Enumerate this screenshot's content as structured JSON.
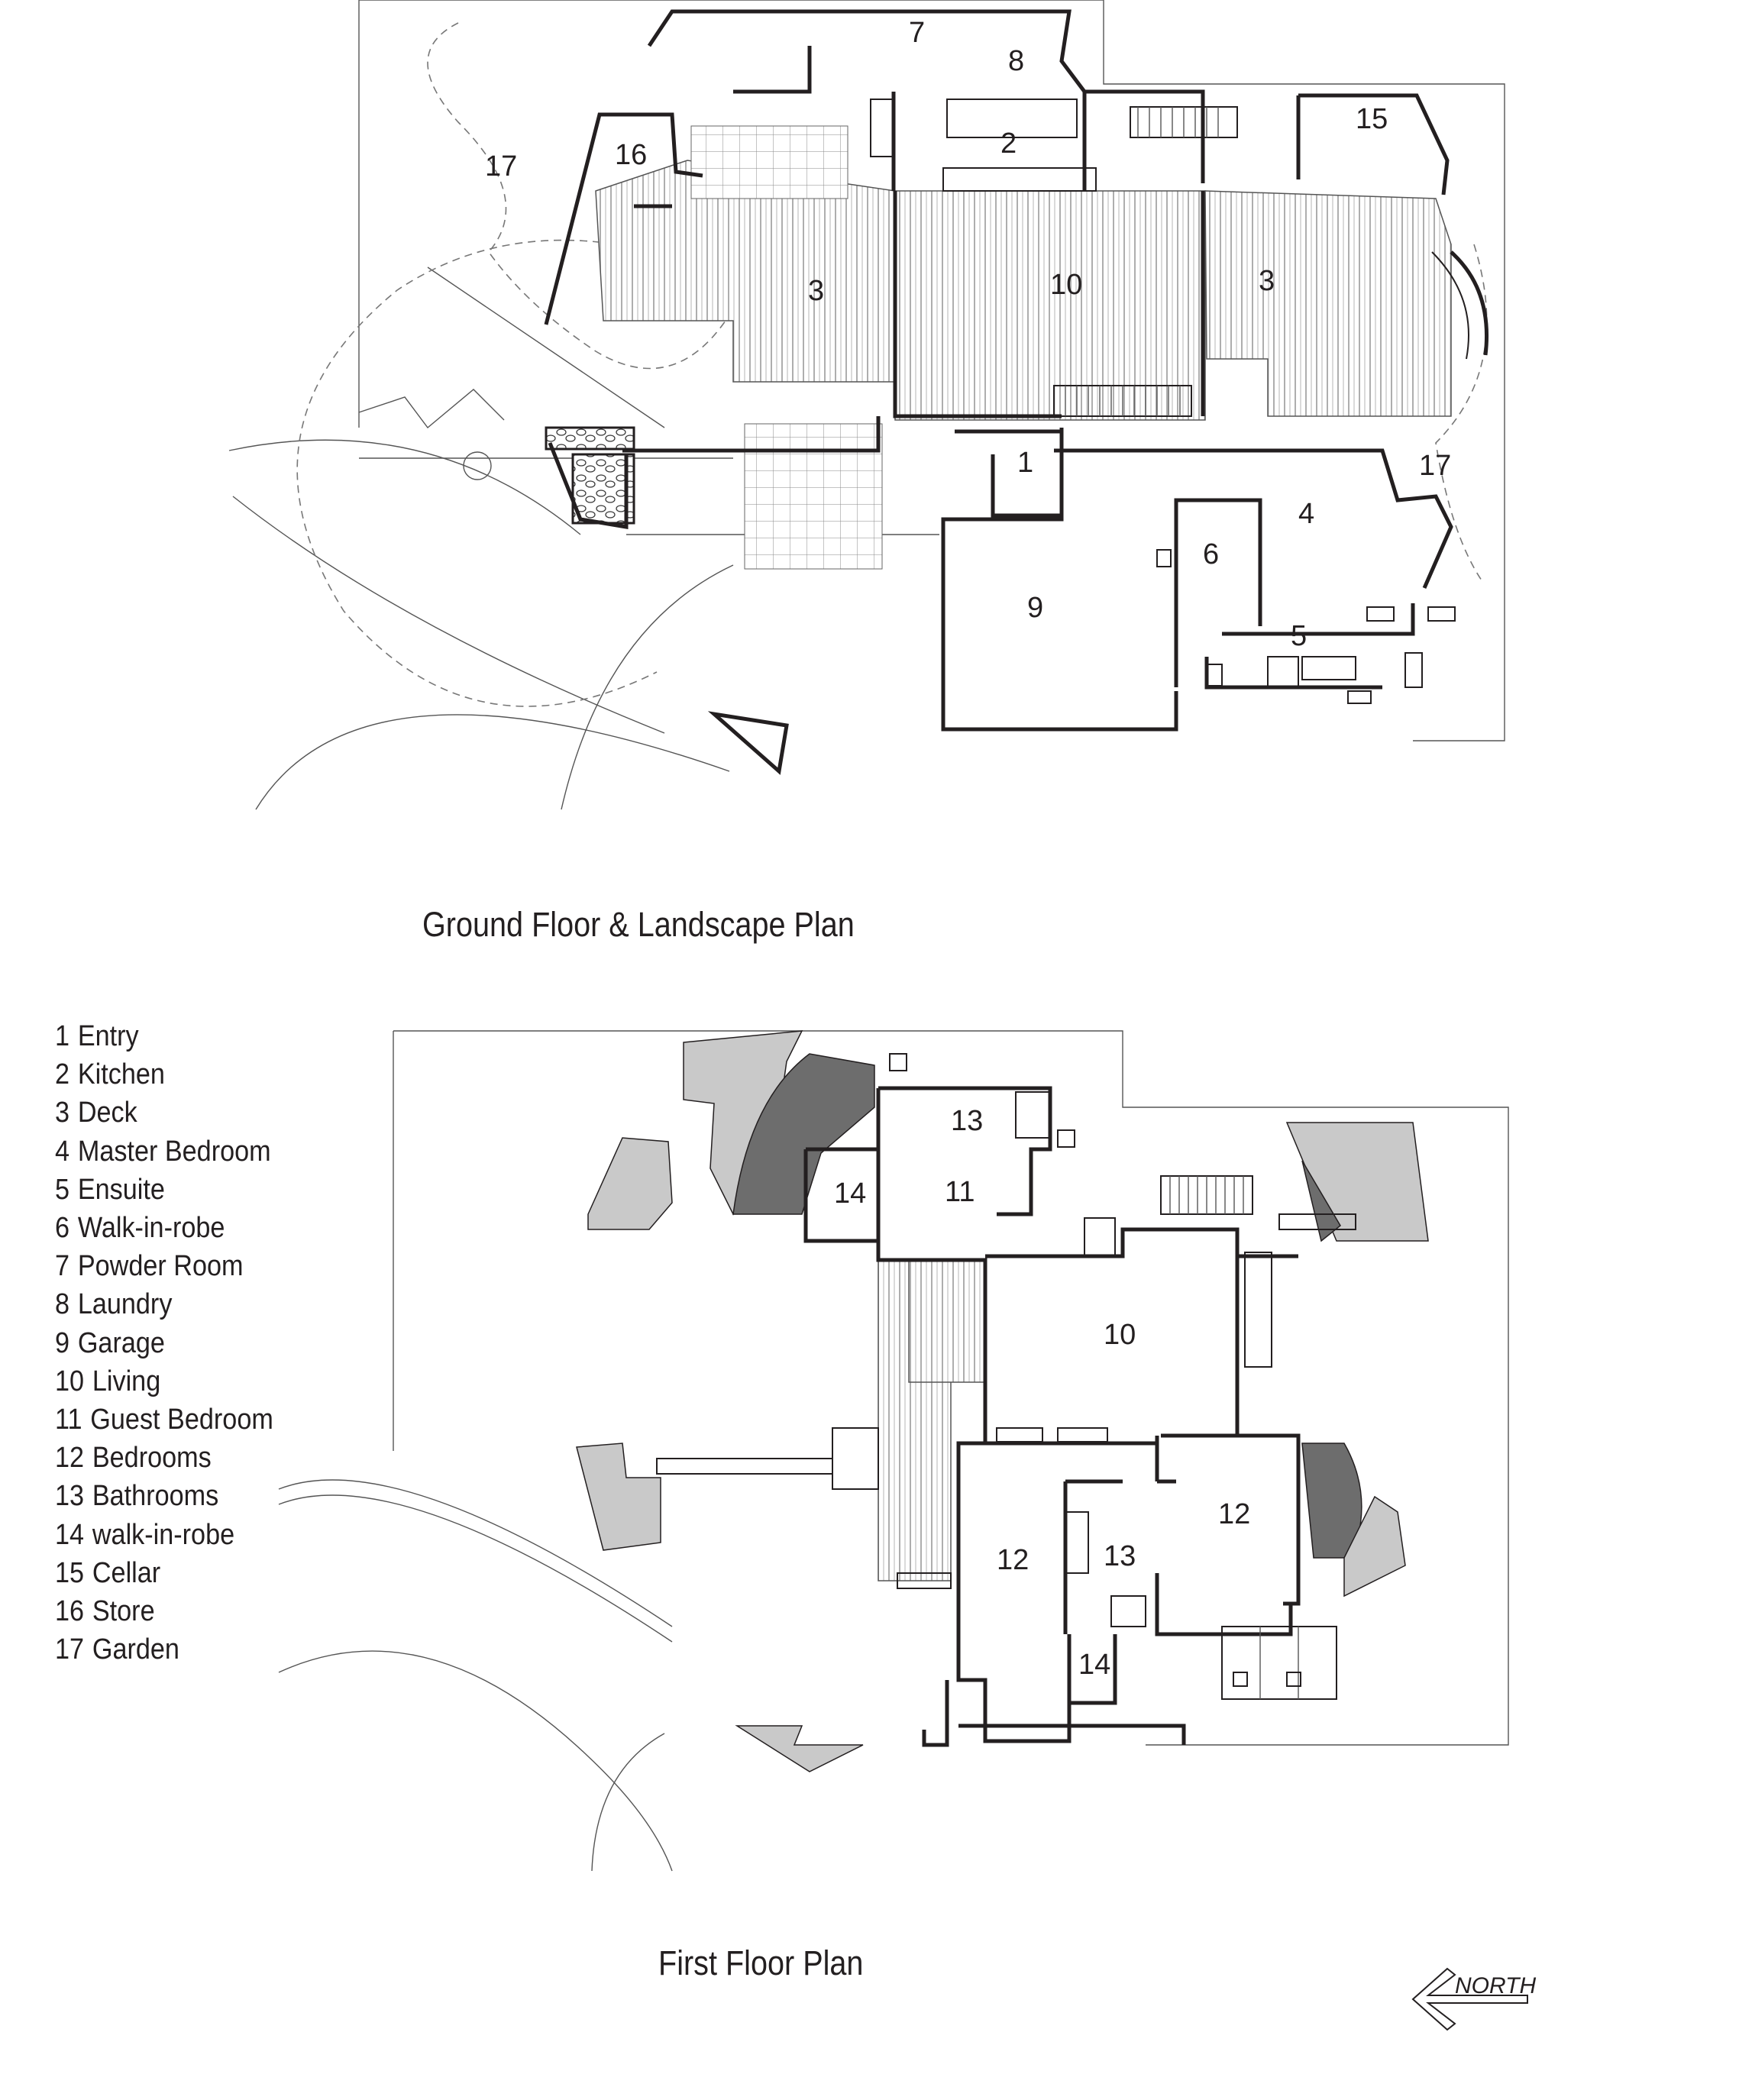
{
  "titles": {
    "ground": "Ground Floor & Landscape Plan",
    "first": "First Floor Plan"
  },
  "north": "NORTH",
  "legend": [
    {
      "num": "1",
      "label": "Entry"
    },
    {
      "num": "2",
      "label": "Kitchen"
    },
    {
      "num": "3",
      "label": "Deck"
    },
    {
      "num": "4",
      "label": "Master Bedroom"
    },
    {
      "num": "5",
      "label": "Ensuite"
    },
    {
      "num": "6",
      "label": "Walk-in-robe"
    },
    {
      "num": "7",
      "label": "Powder Room"
    },
    {
      "num": "8",
      "label": "Laundry"
    },
    {
      "num": "9",
      "label": "Garage"
    },
    {
      "num": "10",
      "label": "Living"
    },
    {
      "num": "11",
      "label": "Guest Bedroom"
    },
    {
      "num": "12",
      "label": "Bedrooms"
    },
    {
      "num": "13",
      "label": "Bathrooms"
    },
    {
      "num": "14",
      "label": "walk-in-robe"
    },
    {
      "num": "15",
      "label": "Cellar"
    },
    {
      "num": "16",
      "label": "Store"
    },
    {
      "num": "17",
      "label": "Garden"
    }
  ],
  "ground_labels": [
    "1",
    "2",
    "3",
    "3",
    "4",
    "5",
    "6",
    "7",
    "8",
    "9",
    "10",
    "15",
    "16",
    "17",
    "17"
  ],
  "first_labels": [
    "10",
    "11",
    "12",
    "12",
    "13",
    "13",
    "14",
    "14"
  ]
}
